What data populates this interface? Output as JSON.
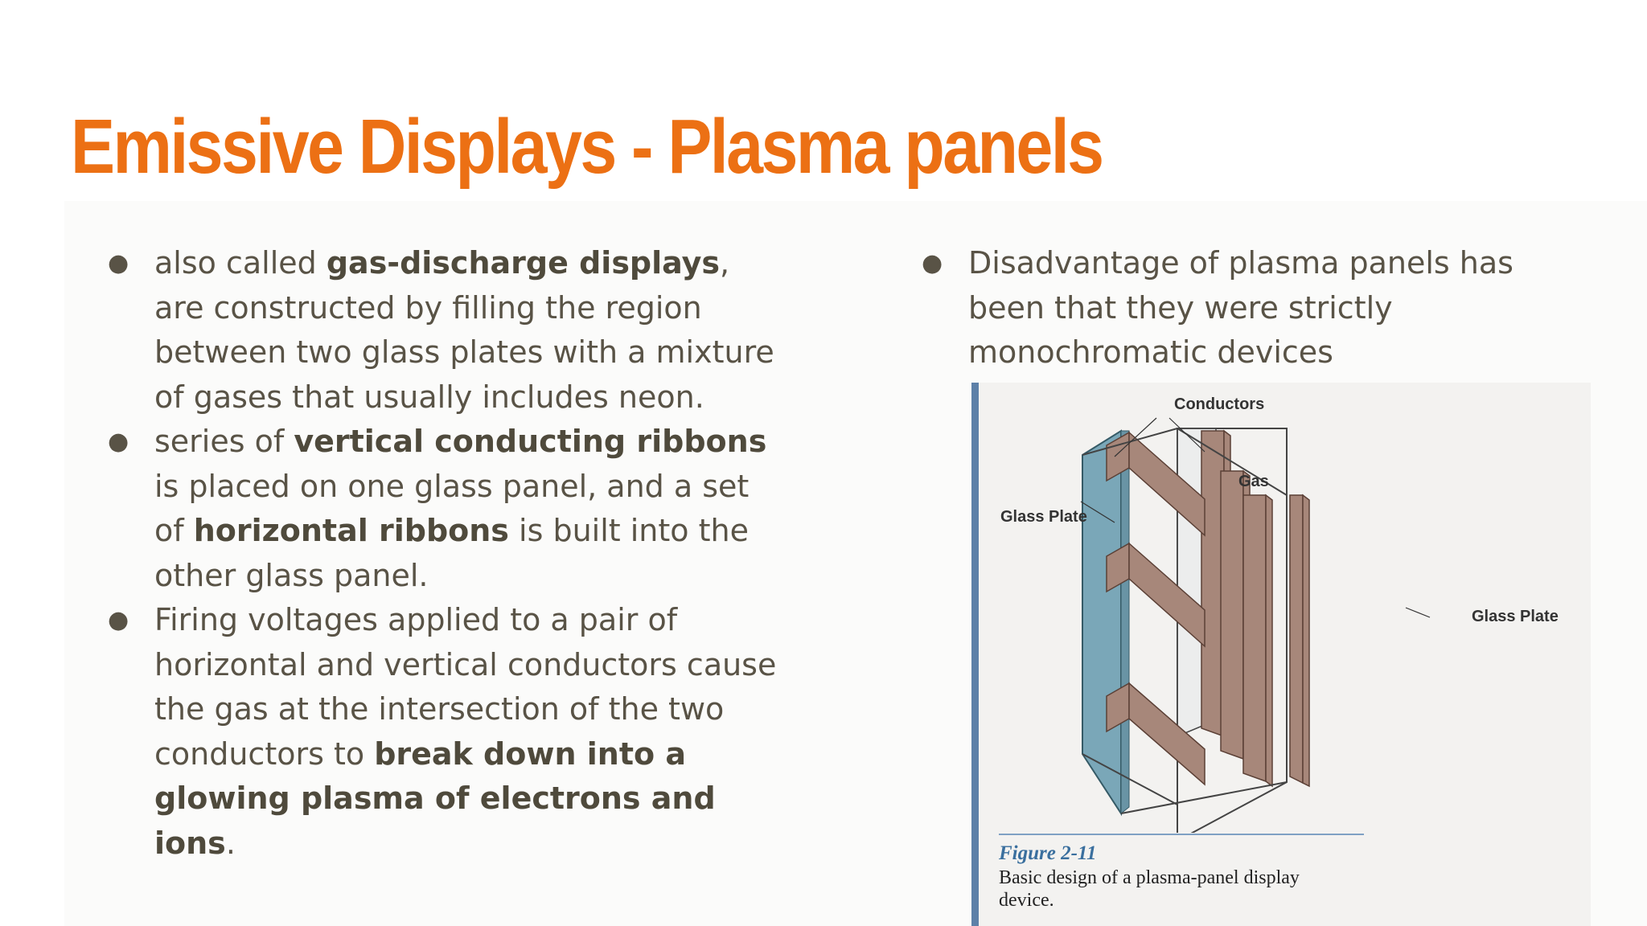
{
  "slide": {
    "title": "Emissive Displays - Plasma panels",
    "title_color": "#ec7014",
    "text_color": "#595346"
  },
  "left_bullets": [
    {
      "parts": [
        {
          "text": "also called ",
          "bold": false
        },
        {
          "text": "gas-discharge displays",
          "bold": true
        },
        {
          "text": ", are constructed by filling the region between two glass plates with a mixture of gases that usually includes neon.",
          "bold": false
        }
      ]
    },
    {
      "parts": [
        {
          "text": "series of ",
          "bold": false
        },
        {
          "text": "vertical conducting ribbons",
          "bold": true
        },
        {
          "text": " is placed on one glass panel, and a set of ",
          "bold": false
        },
        {
          "text": "horizontal ribbons",
          "bold": true
        },
        {
          "text": " is built into the other glass panel.",
          "bold": false
        }
      ]
    },
    {
      "parts": [
        {
          "text": "Firing voltages applied to a pair of horizontal and vertical conductors cause the gas at the intersection of the two conductors to ",
          "bold": false
        },
        {
          "text": "break down into a glowing plasma of electrons and ions",
          "bold": true
        },
        {
          "text": ".",
          "bold": false
        }
      ]
    }
  ],
  "right_bullets": [
    {
      "parts": [
        {
          "text": "Disadvantage of plasma panels has been that they were strictly monochromatic devices",
          "bold": false
        }
      ]
    }
  ],
  "figure": {
    "labels": {
      "conductors": "Conductors",
      "gas": "Gas",
      "glass_plate_left": "Glass Plate",
      "glass_plate_right": "Glass Plate"
    },
    "caption_title": "Figure 2-11",
    "caption_text": "Basic design of a plasma-panel display device.",
    "colors": {
      "glass": "#7aa7b8",
      "ribbon": "#a7877a",
      "ribbon_dark": "#8a6a5e",
      "accent": "#5d80a8"
    }
  }
}
